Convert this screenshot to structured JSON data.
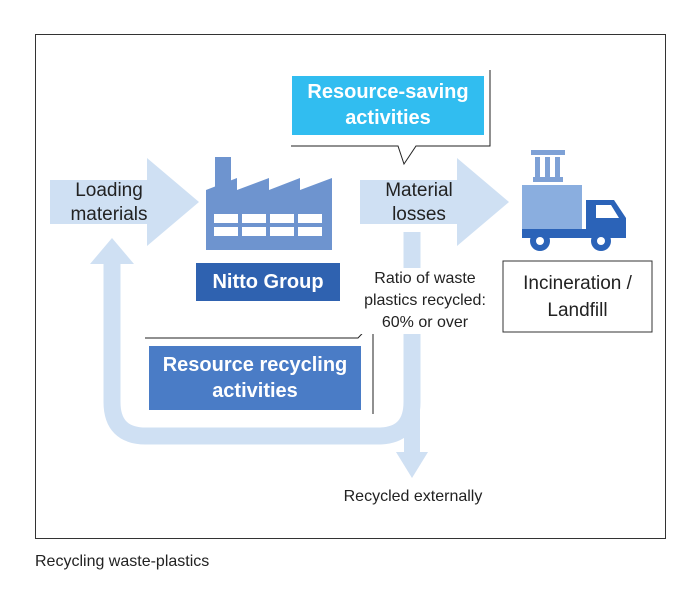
{
  "diagram": {
    "loading_label_line1": "Loading",
    "loading_label_line2": "materials",
    "material_losses_line1": "Material",
    "material_losses_line2": "losses",
    "nitto_group": "Nitto Group",
    "resource_saving_line1": "Resource-saving",
    "resource_saving_line2": "activities",
    "resource_recycling_line1": "Resource recycling",
    "resource_recycling_line2": "activities",
    "ratio_line1": "Ratio of waste",
    "ratio_line2": "plastics recycled:",
    "ratio_line3": "60% or over",
    "incineration_line1": "Incineration /",
    "incineration_line2": "Landfill",
    "recycled_externally": "Recycled externally"
  },
  "caption": "Recycling waste-plastics",
  "colors": {
    "light_arrow": "#cfe0f3",
    "dark_blue": "#2f62b0",
    "mid_blue": "#4a7cc6",
    "cyan": "#31bdf0",
    "factory_blue": "#6e94cf",
    "truck_blue": "#2b63b8"
  }
}
